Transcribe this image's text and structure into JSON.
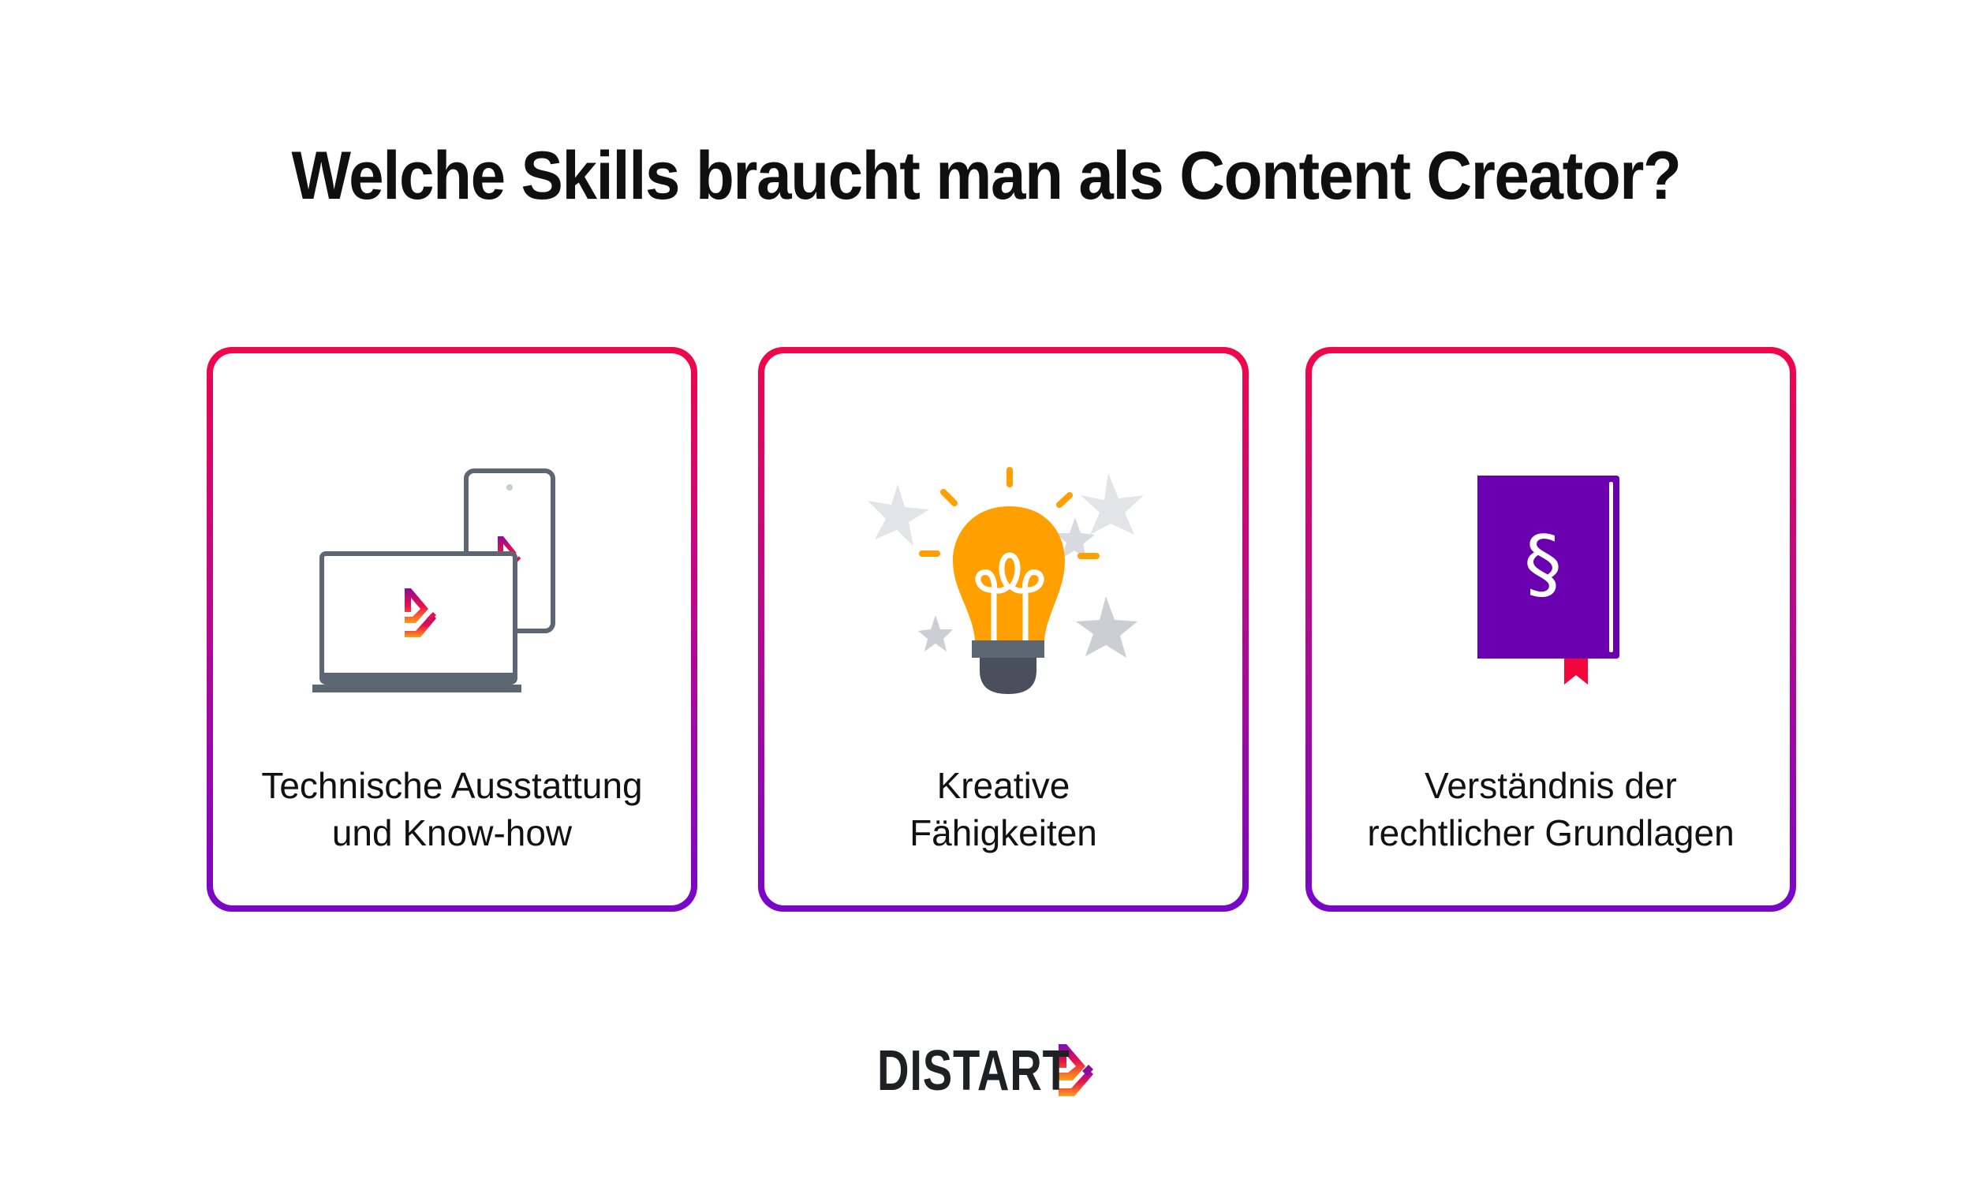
{
  "header": {
    "title": "Welche Skills braucht man als Content Creator?"
  },
  "cards": [
    {
      "icon": "devices-icon",
      "label_lines": [
        "Technische Ausstattung",
        "und Know-how"
      ]
    },
    {
      "icon": "lightbulb-icon",
      "label_lines": [
        "Kreative",
        "Fähigkeiten"
      ]
    },
    {
      "icon": "law-book-icon",
      "glyph": "§",
      "label_lines": [
        "Verständnis der",
        "rechtlicher Grundlagen"
      ]
    }
  ],
  "footer": {
    "brand": "DISTART"
  },
  "colors": {
    "card_border_top": "#f0064a",
    "card_border_mid": "#b8088f",
    "card_border_bottom": "#7807c8",
    "device_stroke": "#5d6673",
    "bulb": "#ffa000",
    "bulb_base": "#5d6673",
    "bulb_cap": "#4a4f5c",
    "stars": "#d9dbe0",
    "book": "#6a00b0",
    "bookmark": "#f2073a",
    "title_text": "#0f0f10",
    "brand_text": "#1f2024"
  }
}
